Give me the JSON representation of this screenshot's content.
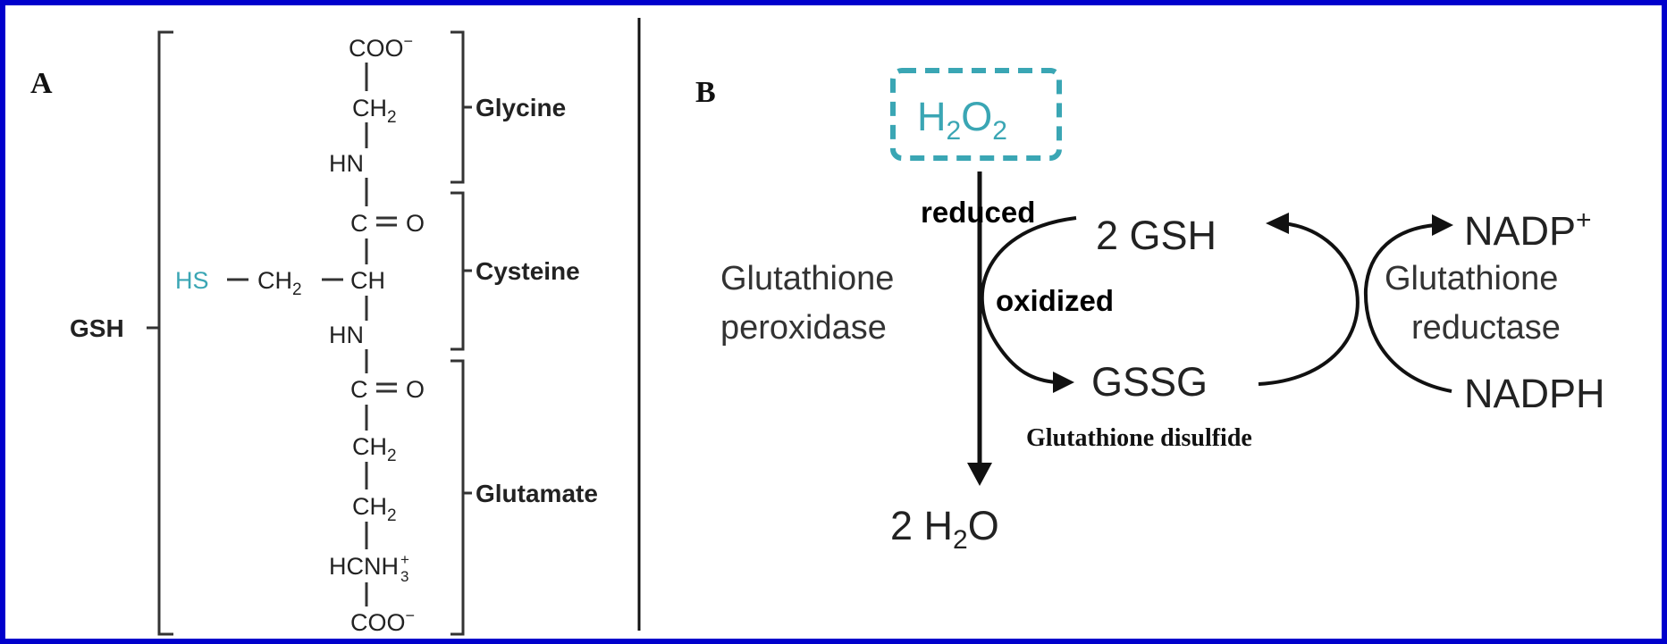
{
  "panel_a": {
    "label": "A",
    "gsh_label": "GSH",
    "groups": {
      "glycine": "Glycine",
      "cysteine": "Cysteine",
      "glutamate": "Glutamate"
    },
    "atoms": {
      "coo_top": "COO",
      "ch2_1": "CH",
      "hn_1": "HN",
      "c_1": "C",
      "o_1": "O",
      "hs": "HS",
      "ch2_side": "CH",
      "ch_alpha": "CH",
      "hn_2": "HN",
      "c_2": "C",
      "o_2": "O",
      "ch2_2": "CH",
      "ch2_3": "CH",
      "hcnh3": "HCNH",
      "coo_bottom": "COO"
    },
    "sub_2": "2",
    "sub_3": "3",
    "sup_minus": "−",
    "sup_plus": "+",
    "hs_color": "#3aa6b4"
  },
  "panel_b": {
    "label": "B",
    "h2o2": "H",
    "h2o2_sub": "2",
    "h2o2_o": "O",
    "h2o2_sub2": "2",
    "h2o2_color": "#3aa6b4",
    "h2o_prefix": "2 H",
    "h2o_sub": "2",
    "h2o_suffix": "O",
    "gsh": "2 GSH",
    "gssg": "GSSG",
    "gssg_name": "Glutathione disulfide",
    "peroxidase_line1": "Glutathione",
    "peroxidase_line2": "peroxidase",
    "reductase_line1": "Glutathione",
    "reductase_line2": "reductase",
    "nadp": "NADP",
    "nadp_sup": "+",
    "nadph": "NADPH",
    "reduced": "reduced",
    "oxidized": "oxidized"
  }
}
